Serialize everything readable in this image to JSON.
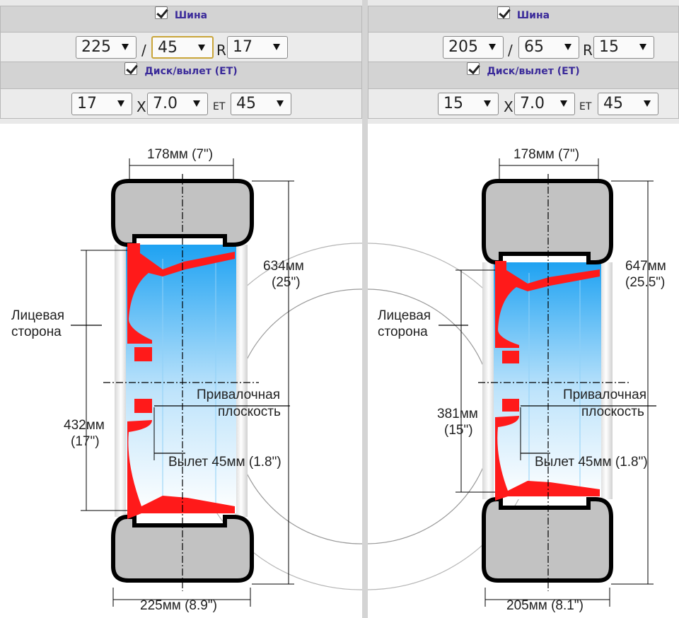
{
  "left": {
    "tire_header": "Шина",
    "tire_width": "225",
    "tire_sep": "/",
    "tire_profile": "45",
    "tire_r": "R",
    "tire_rim": "17",
    "disk_header": "Диск/вылет (ET)",
    "disk_diameter": "17",
    "disk_x": "X",
    "disk_width": "7.0",
    "disk_et": "ET",
    "disk_offset": "45",
    "dim_top": "178мм (7\")",
    "dim_height": "634мм",
    "dim_height_in": "(25\")",
    "label_face_1": "Лицевая",
    "label_face_2": "сторона",
    "dim_rim": "432мм",
    "dim_rim_in": "(17\")",
    "label_mount_1": "Привалочная",
    "label_mount_2": "плоскость",
    "label_offset": "Вылет 45мм (1.8\")",
    "dim_bottom": "225мм (8.9\")"
  },
  "right": {
    "tire_header": "Шина",
    "tire_width": "205",
    "tire_sep": "/",
    "tire_profile": "65",
    "tire_r": "R",
    "tire_rim": "15",
    "disk_header": "Диск/вылет (ET)",
    "disk_diameter": "15",
    "disk_x": "X",
    "disk_width": "7.0",
    "disk_et": "ET",
    "disk_offset": "45",
    "dim_top": "178мм (7\")",
    "dim_height": "647мм",
    "dim_height_in": "(25.5\")",
    "label_face_1": "Лицевая",
    "label_face_2": "сторона",
    "dim_rim": "381мм",
    "dim_rim_in": "(15\")",
    "label_mount_1": "Привалочная",
    "label_mount_2": "плоскость",
    "label_offset": "Вылет 45мм (1.8\")",
    "dim_bottom": "205мм (8.1\")"
  },
  "colors": {
    "header_text": "#3b2b9a",
    "rim": "#ff1a1a",
    "tire": "#c2c2c2",
    "bore_top": "#29a8f0"
  }
}
